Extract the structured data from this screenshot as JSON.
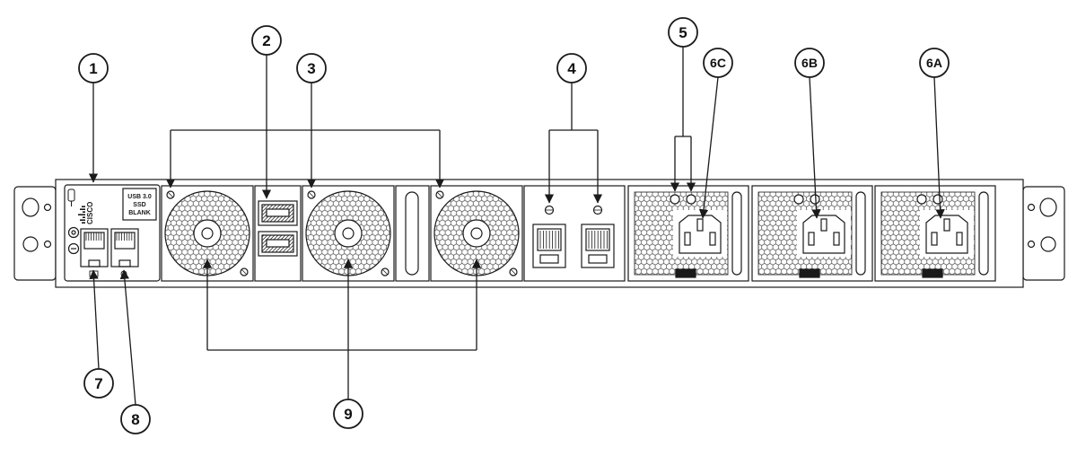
{
  "figure": {
    "description": "Rear panel line diagram of a 1RU rack-mount appliance with numbered callouts",
    "background_color": "#ffffff",
    "line_color": "#1a1a1a",
    "callouts": [
      {
        "label": "1"
      },
      {
        "label": "2"
      },
      {
        "label": "3"
      },
      {
        "label": "4"
      },
      {
        "label": "5"
      },
      {
        "label": "6C"
      },
      {
        "label": "6B"
      },
      {
        "label": "6A"
      },
      {
        "label": "7"
      },
      {
        "label": "8"
      },
      {
        "label": "9"
      }
    ],
    "panel_text": {
      "brand": "CISCO",
      "usb_blank_line1": "USB 3.0",
      "usb_blank_line2": "SSD",
      "usb_blank_line3": "BLANK"
    }
  }
}
